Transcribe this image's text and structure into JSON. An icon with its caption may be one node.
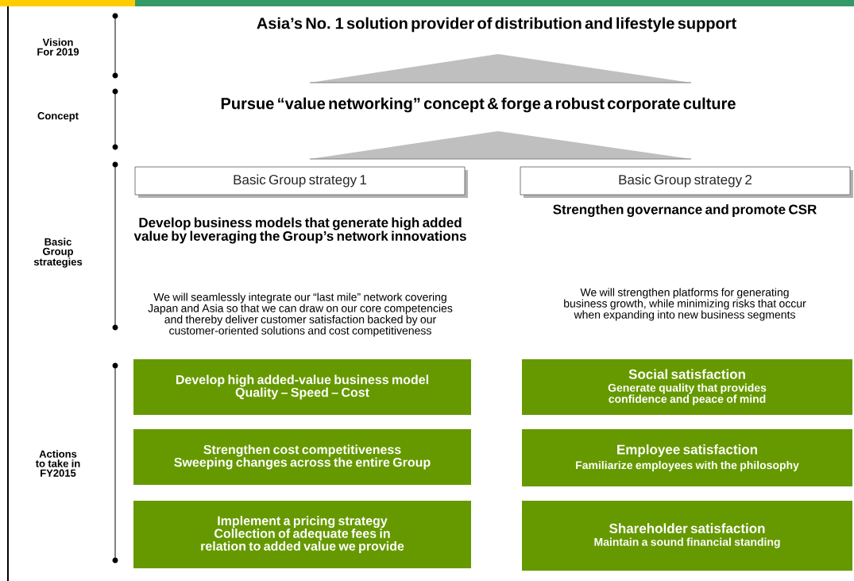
{
  "diagram": {
    "nodes": [
      {
        "text": [
          "Basic Group strategy 1"
        ]
      },
      {
        "text": [
          "Basic Group strategy 2"
        ]
      },
      {
        "text": [
          "Develop high added-value business model",
          "Quality – Speed – Cost"
        ]
      },
      {
        "text": [
          "Social satisfaction",
          "Generate quality that provides confidence and peace of mind"
        ]
      },
      {
        "text": [
          "Strengthen cost competitiveness",
          "Sweeping changes across the entire Group"
        ]
      },
      {
        "text": [
          "Employee satisfaction",
          "Familiarize employees with the philosophy"
        ]
      },
      {
        "text": [
          "Implement a pricing strategy",
          "Collection of adequate fees in relation to added value we provide"
        ]
      },
      {
        "text": [
          "Shareholder satisfaction",
          "Maintain a sound financial standing"
        ]
      }
    ],
    "labels": [
      "Vision For 2019",
      "Asia’s No. 1 solution provider of distribution and lifestyle support",
      "Concept",
      "Pursue “value networking” concept & forge a robust corporate culture",
      "Basic Group strategies",
      "Develop business models that generate high added value by leveraging the Group’s network innovations",
      "Strengthen governance and promote CSR",
      "We will seamlessly integrate our “last mile” network covering Japan and Asia so that we can draw on our core competencies and thereby deliver customer satisfaction backed by our customer-oriented solutions and cost competitiveness",
      "We will strengthen platforms for generating business growth, while minimizing risks that occur when expanding into new business segments",
      "Actions to take in FY2015"
    ]
  }
}
